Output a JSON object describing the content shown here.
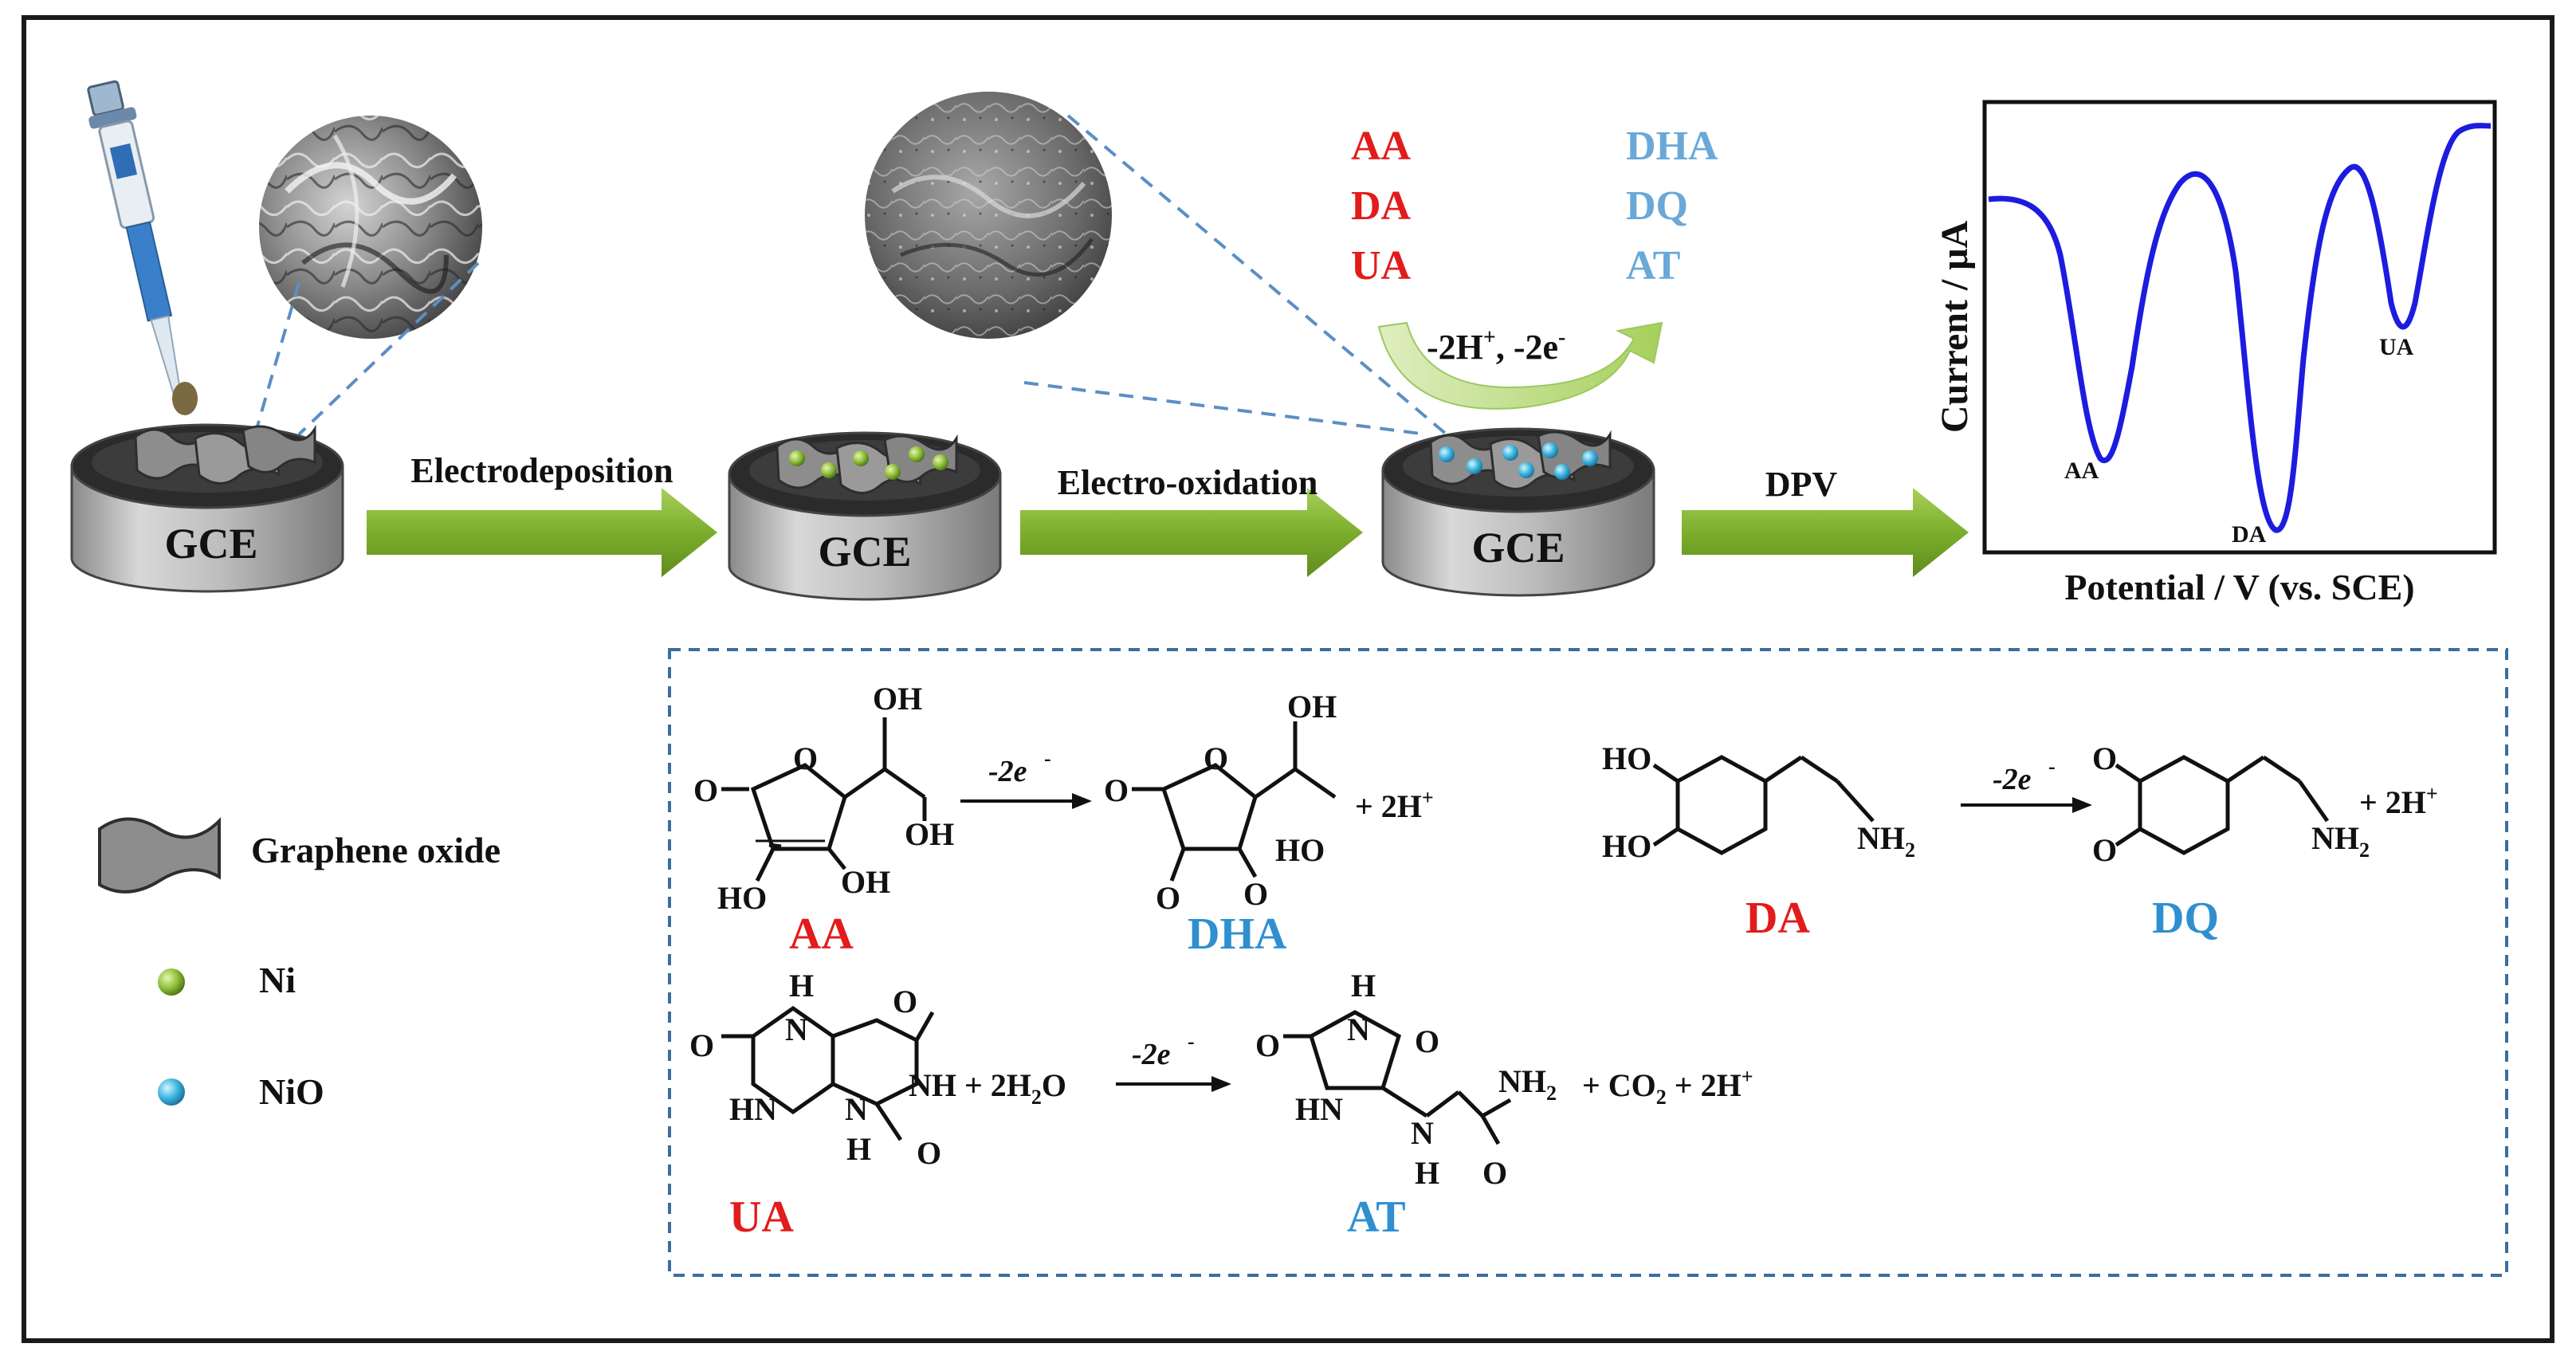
{
  "colors": {
    "reactant_red": "#e21b1b",
    "product_blue": "#2f8fd0",
    "product_light_blue": "#6aa8d8",
    "arrow_green": "#7cae2c",
    "curve_blue": "#1c1ce0",
    "frame": "#1a1a1a",
    "dashed_box": "#3a6e9e",
    "electrode_gray": "#c4c4c4",
    "ni_green": "#8fc03a",
    "nio_cyan": "#3cb6e0"
  },
  "icons": [
    "pipette-icon",
    "electrode-icon",
    "sem-image",
    "graphene-oxide-icon",
    "ni-particle-icon",
    "nio-particle-icon"
  ],
  "electrodes": {
    "label_1": "GCE",
    "label_2": "GCE",
    "label_3": "GCE"
  },
  "steps": {
    "step_1": "Electrodeposition",
    "step_2": "Electro-oxidation",
    "step_3": "DPV"
  },
  "reaction_overview": {
    "reactants": [
      "AA",
      "DA",
      "UA"
    ],
    "products": [
      "DHA",
      "DQ",
      "AT"
    ],
    "condition_main": "-2H",
    "condition_sup1": "+",
    "condition_mid": ", -2e",
    "condition_sup2": "-"
  },
  "dpv_chart": {
    "ylabel": "Current / μA",
    "xlabel": "Potential / V (vs. SCE)",
    "peaks": [
      "AA",
      "DA",
      "UA"
    ]
  },
  "legend": {
    "graphene_oxide": "Graphene oxide",
    "ni": "Ni",
    "nio": "NiO"
  },
  "reactions": {
    "electron_loss": "-2e",
    "electron_sup": "-",
    "aa": {
      "name": "AA",
      "product_name": "DHA",
      "oh": "OH",
      "o": "O",
      "ho": "HO",
      "byproduct_coef": "+ 2H",
      "byproduct_sup": "+"
    },
    "da": {
      "name": "DA",
      "product_name": "DQ",
      "ho": "HO",
      "o": "O",
      "nh": "NH",
      "nh_sub": "2",
      "byproduct_coef": "+ 2H",
      "byproduct_sup": "+"
    },
    "ua": {
      "name": "UA",
      "product_name": "AT",
      "h": "H",
      "n": "N",
      "o": "O",
      "nh": "NH",
      "hn": "HN",
      "nh2": "NH",
      "nh2_sub": "2",
      "water_coef": "+ 2H",
      "water_sub": "2",
      "water_o": "O",
      "co2_coef": "+ CO",
      "co2_sub": "2",
      "h_coef": " + 2H",
      "h_sup": "+"
    }
  }
}
